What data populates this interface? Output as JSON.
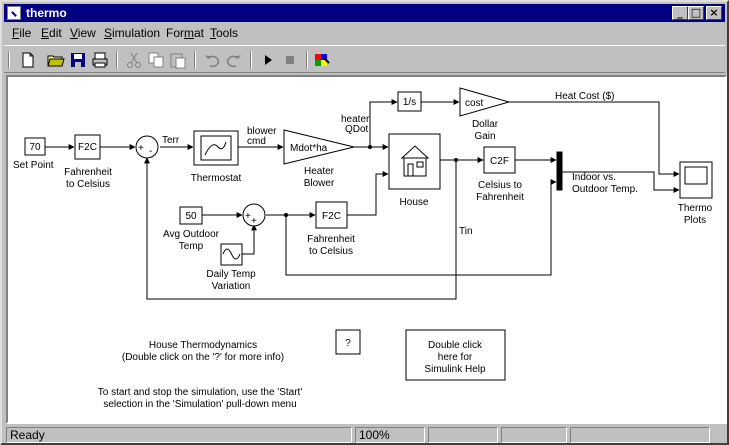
{
  "window": {
    "title": "thermo"
  },
  "menu": [
    "File",
    "Edit",
    "View",
    "Simulation",
    "Format",
    "Tools"
  ],
  "menu_accel": [
    "F",
    "E",
    "V",
    "S",
    "m",
    "T"
  ],
  "toolbar": [
    "new-icon",
    "open-icon",
    "save-icon",
    "print-icon",
    "cut-icon",
    "copy-icon",
    "paste-icon",
    "undo-icon",
    "redo-icon",
    "start-icon",
    "stop-icon",
    "library-browser-icon"
  ],
  "diagram": {
    "set_point": {
      "value": "70",
      "label": "Set Point"
    },
    "f2c_setpoint": {
      "text": "F2C",
      "label1": "Fahrenheit",
      "label2": "to Celsius"
    },
    "sum_plus": "+",
    "sum_minus": "-",
    "terr": "Terr",
    "thermostat": {
      "label": "Thermostat"
    },
    "blower_cmd": {
      "l1": "blower",
      "l2": "cmd"
    },
    "heater": {
      "text": "Mdot*ha",
      "l1": "Heater",
      "l2": "Blower"
    },
    "heater_qdot": {
      "l1": "heater",
      "l2": "QDot"
    },
    "integrator": "1/s",
    "cost": {
      "text": "cost",
      "l1": "Dollar",
      "l2": "Gain"
    },
    "heat_cost": "Heat Cost ($)",
    "house": {
      "label": "House"
    },
    "c2f": {
      "text": "C2F",
      "l1": "Celsius to",
      "l2": "Fahrenheit"
    },
    "indoor": {
      "l1": "Indoor vs.",
      "l2": "Outdoor Temp."
    },
    "thermo_plots": {
      "l1": "Thermo",
      "l2": "Plots"
    },
    "avg_outdoor": {
      "value": "50",
      "l1": "Avg Outdoor",
      "l2": "Temp"
    },
    "f2c_outdoor": {
      "text": "F2C",
      "l1": "Fahrenheit",
      "l2": "to Celsius"
    },
    "daily": {
      "l1": "Daily Temp",
      "l2": "Variation"
    },
    "tin": "Tin",
    "note_title": "House Thermodynamics",
    "note_sub": "(Double click on the '?' for more info)",
    "help_q": "?",
    "help_btn": {
      "l1": "Double click",
      "l2": "here for",
      "l3": "Simulink Help"
    },
    "instr1": "To start and stop the simulation, use the 'Start'",
    "instr2": "selection in the 'Simulation' pull-down menu"
  },
  "status": {
    "ready": "Ready",
    "zoom": "100%"
  }
}
